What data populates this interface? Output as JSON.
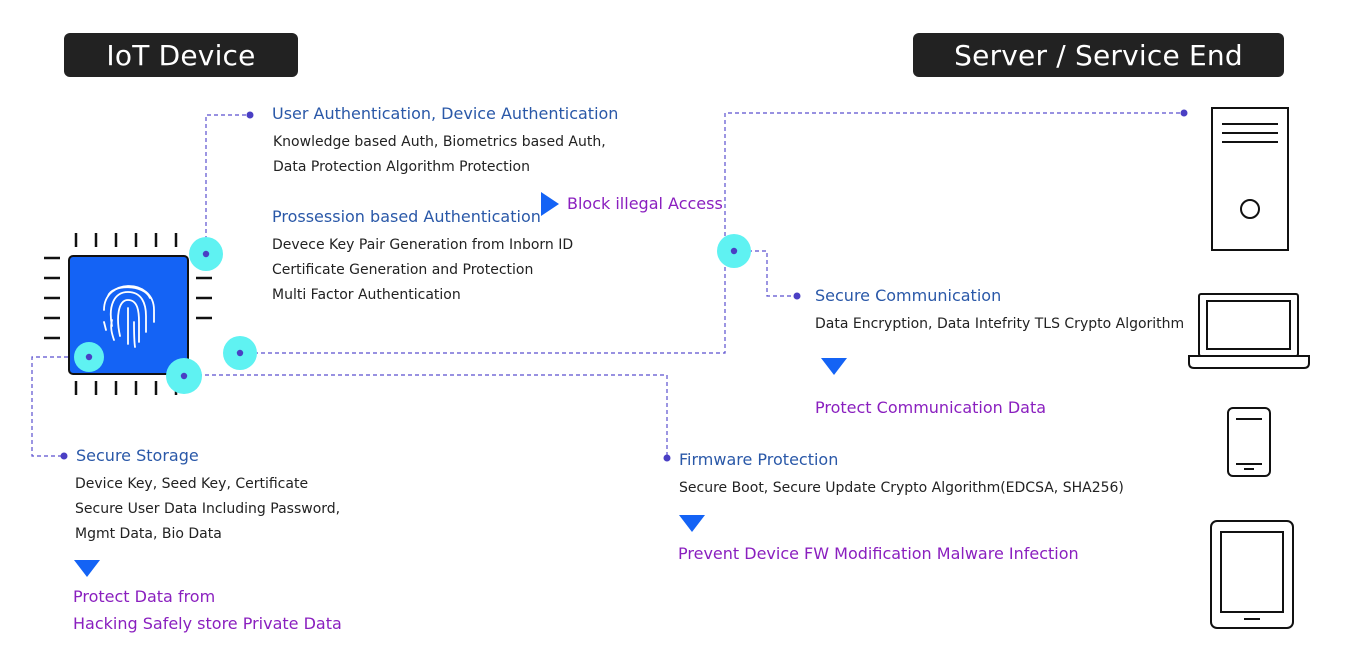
{
  "headers": {
    "left": "IoT Device",
    "right": "Server / Service End"
  },
  "sections": {
    "user_auth": {
      "title": "User Authentication, Device Authentication",
      "lines": [
        "Knowledge based Auth, Biometrics based Auth,",
        "Data Protection Algorithm Protection"
      ]
    },
    "possession_auth": {
      "title": "Prossession based Authentication",
      "lines": [
        "Devece Key Pair Generation from Inborn ID",
        "Certificate Generation and Protection",
        "Multi Factor Authentication"
      ]
    },
    "block": {
      "label": "Block illegal Access"
    },
    "secure_comm": {
      "title": "Secure Communication",
      "lines": [
        "Data Encryption, Data Intefrity TLS Crypto Algorithm"
      ],
      "outcome": "Protect Communication Data"
    },
    "secure_storage": {
      "title": "Secure Storage",
      "lines": [
        "Device Key, Seed Key, Certificate",
        "Secure User Data Including Password,",
        "Mgmt Data, Bio Data"
      ],
      "outcome": [
        "Protect Data from",
        "Hacking Safely store Private Data"
      ]
    },
    "firmware": {
      "title": "Firmware Protection",
      "lines": [
        "Secure Boot, Secure Update Crypto Algorithm(EDCSA, SHA256)"
      ],
      "outcome": "Prevent Device FW Modification Malware Infection"
    }
  },
  "icons": {
    "chip": "fingerprint-chip-icon",
    "server": "server-tower-icon",
    "laptop": "laptop-icon",
    "phone": "smartphone-icon",
    "tablet": "tablet-icon"
  },
  "colors": {
    "header_bg": "#222222",
    "title_blue": "#2a58a8",
    "outcome_purple": "#8a1fbf",
    "arrow_blue": "#1463f5",
    "node_cyan": "#5ff2f2",
    "line_purple": "#5a4fcf",
    "chip_blue": "#1463f5"
  }
}
